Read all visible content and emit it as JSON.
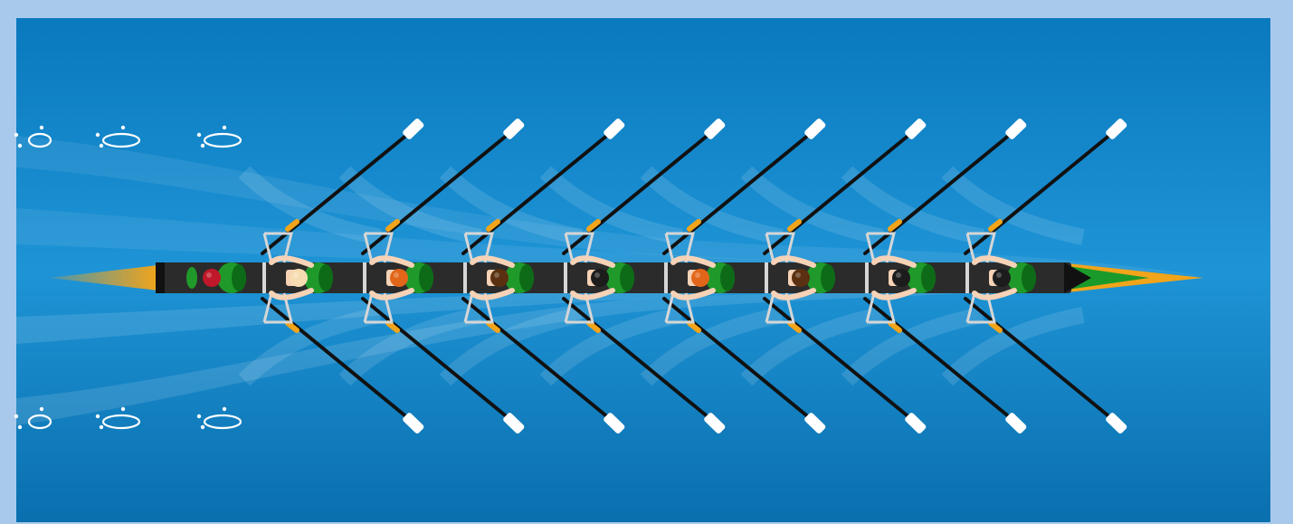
{
  "scene": {
    "subject": "rowing-eight-top-view",
    "colors": {
      "frame": "#a9c9ec",
      "water_top": "#0a79be",
      "water_mid": "#1e94d6",
      "water_bottom": "#0a6fae",
      "hull": "#2b2b2b",
      "hull_tip": "#f2a41a",
      "hull_trim": "#1a9a2a",
      "jersey": "#1f9a2a",
      "jersey_dark": "#0d6b18",
      "skin": "#f6d2b6",
      "oar_shaft": "#111111",
      "oar_blade": "#ffffff",
      "oar_collar": "#f2a41a",
      "rigger": "#d6d6d6",
      "wake": "#ffffff"
    },
    "rowers": [
      {
        "role": "coxswain",
        "head": "#c0182a"
      },
      {
        "role": "rower",
        "head": "#f6dcb0"
      },
      {
        "role": "rower",
        "head": "#e2661a"
      },
      {
        "role": "rower",
        "head": "#5a3010"
      },
      {
        "role": "rower",
        "head": "#1c1c1c"
      },
      {
        "role": "rower",
        "head": "#e2661a"
      },
      {
        "role": "rower",
        "head": "#5a3010"
      },
      {
        "role": "rower",
        "head": "#1c1c1c"
      },
      {
        "role": "rower",
        "head": "#1c1c1c"
      }
    ],
    "oar_sets": 8,
    "puddle_marks": 6
  }
}
